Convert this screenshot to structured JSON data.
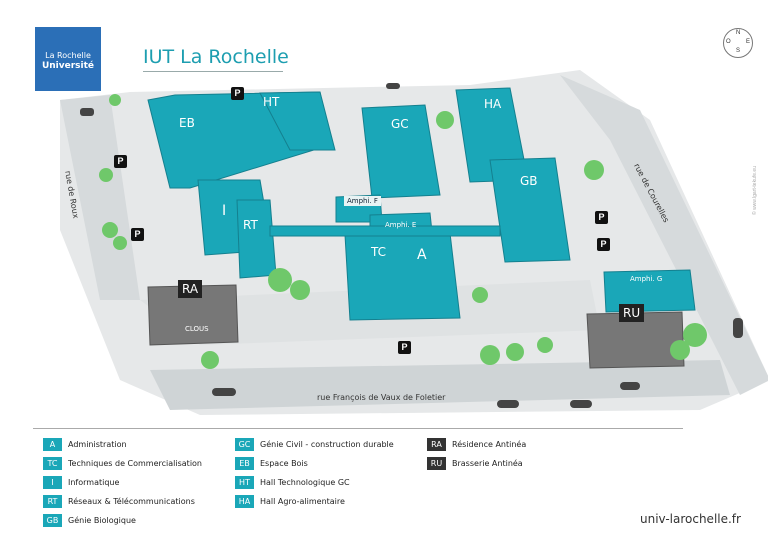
{
  "logo": {
    "line1": "La Rochelle",
    "line2": "Université"
  },
  "title": "IUT La Rochelle",
  "compass": {
    "n": "N",
    "e": "E",
    "s": "S",
    "o": "O"
  },
  "credit": "© www.lgart-tekufe.eu",
  "colors": {
    "building": "#1aa7b8",
    "building_dark": "#14808f",
    "building_gray": "#777777",
    "road": "#cfd4d6",
    "ground": "#e6e8e9",
    "tree": "#6fc86a"
  },
  "parking_label": "P",
  "buildings": {
    "EB": "EB",
    "HT": "HT",
    "GC": "GC",
    "HA": "HA",
    "GB": "GB",
    "I": "I",
    "RT": "RT",
    "TC": "TC",
    "A": "A",
    "RA": "RA",
    "RU": "RU"
  },
  "small_labels": {
    "amphi_f": "Amphi. F",
    "amphi_e": "Amphi. E",
    "amphi_g": "Amphi. G",
    "clous": "CLOUS"
  },
  "streets": {
    "roux": "rue de Roux",
    "courelles": "rue de Courelles",
    "foletier": "rue François de Vaux de Foletier"
  },
  "legend": [
    {
      "code": "A",
      "label": "Administration",
      "color": "#1aa7b8"
    },
    {
      "code": "TC",
      "label": "Techniques de Commercialisation",
      "color": "#1aa7b8"
    },
    {
      "code": "I",
      "label": "Informatique",
      "color": "#1aa7b8"
    },
    {
      "code": "RT",
      "label": "Réseaux & Télécommunications",
      "color": "#1aa7b8"
    },
    {
      "code": "GB",
      "label": "Génie Biologique",
      "color": "#1aa7b8"
    },
    {
      "code": "GC",
      "label": "Génie Civil - construction durable",
      "color": "#1aa7b8"
    },
    {
      "code": "EB",
      "label": "Espace Bois",
      "color": "#1aa7b8"
    },
    {
      "code": "HT",
      "label": "Hall Technologique GC",
      "color": "#1aa7b8"
    },
    {
      "code": "HA",
      "label": "Hall Agro-alimentaire",
      "color": "#1aa7b8"
    },
    {
      "code": "RA",
      "label": "Résidence Antinéa",
      "color": "#333333"
    },
    {
      "code": "RU",
      "label": "Brasserie Antinéa",
      "color": "#333333"
    }
  ],
  "url": "univ-larochelle.fr"
}
